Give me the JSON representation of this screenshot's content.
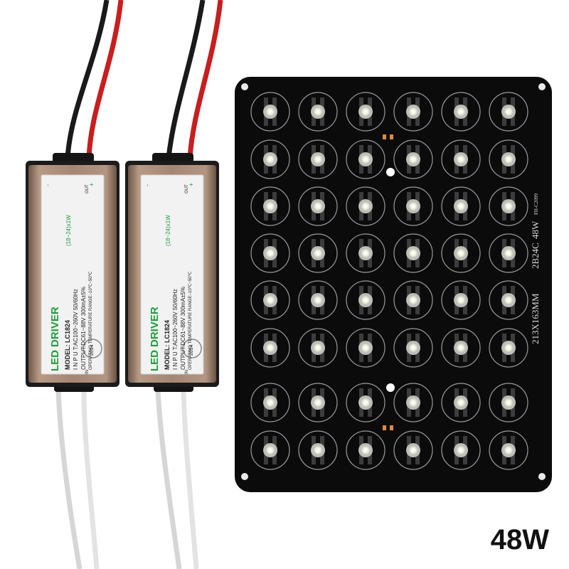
{
  "driver": {
    "brand_led": "LED",
    "brand_driver": "DRIVER",
    "model": "MODEL: LC1824",
    "spec": "(18~24)x1W",
    "input": "I N P U T:AC100~260V 50/60Hz",
    "output": "OUTPUT:DC61~88V 300mA±5%",
    "temp": "OPERATING TEMPERATURE RANGE:-10℃~50℃",
    "year": "2014",
    "out_mark": "OUT",
    "in_mark": "IN",
    "plus_mark": "+",
    "minus_mark": "-"
  },
  "pcb": {
    "size_text": "213X163MM",
    "code_text": "2B24C",
    "power_text": "48W",
    "part_text": "FH-C2099"
  },
  "caption": "48W",
  "colors": {
    "pcb": "#0b0b0b",
    "driver_case": "#a58a76",
    "label": "#f2f2f2",
    "wire_red": "#c81e1e",
    "wire_black": "#1a1a1a",
    "wire_white": "#dcdcdc",
    "brand_green": "#1e9e3c"
  }
}
